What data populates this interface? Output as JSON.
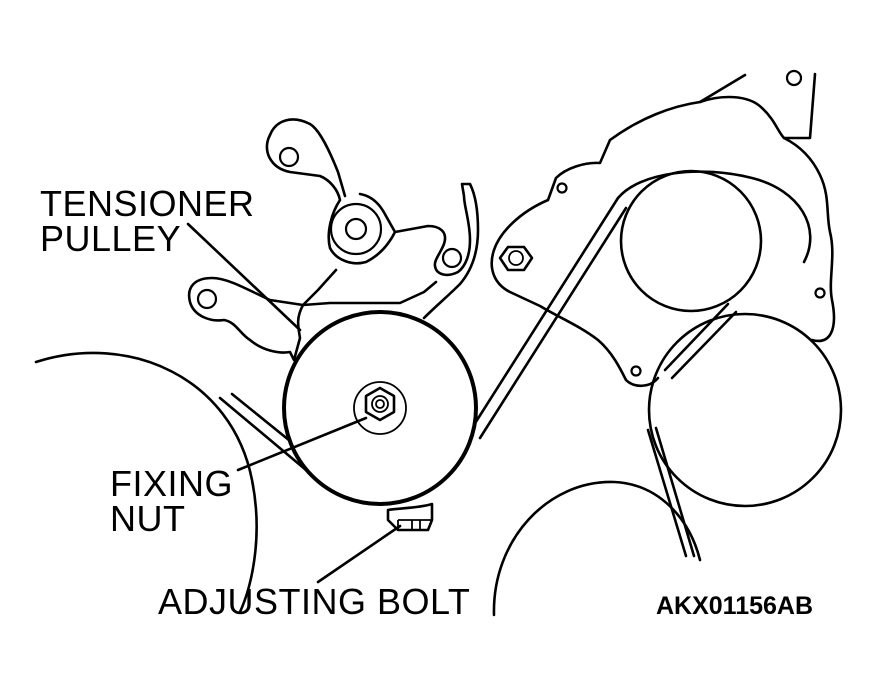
{
  "labels": {
    "tensioner_line1": "TENSIONER",
    "tensioner_line2": "PULLEY",
    "fixing_line1": "FIXING",
    "fixing_line2": "NUT",
    "adjusting_bolt": "ADJUSTING BOLT"
  },
  "figure_code": "AKX01156AB",
  "colors": {
    "ink": "#000000",
    "paper": "#ffffff"
  }
}
